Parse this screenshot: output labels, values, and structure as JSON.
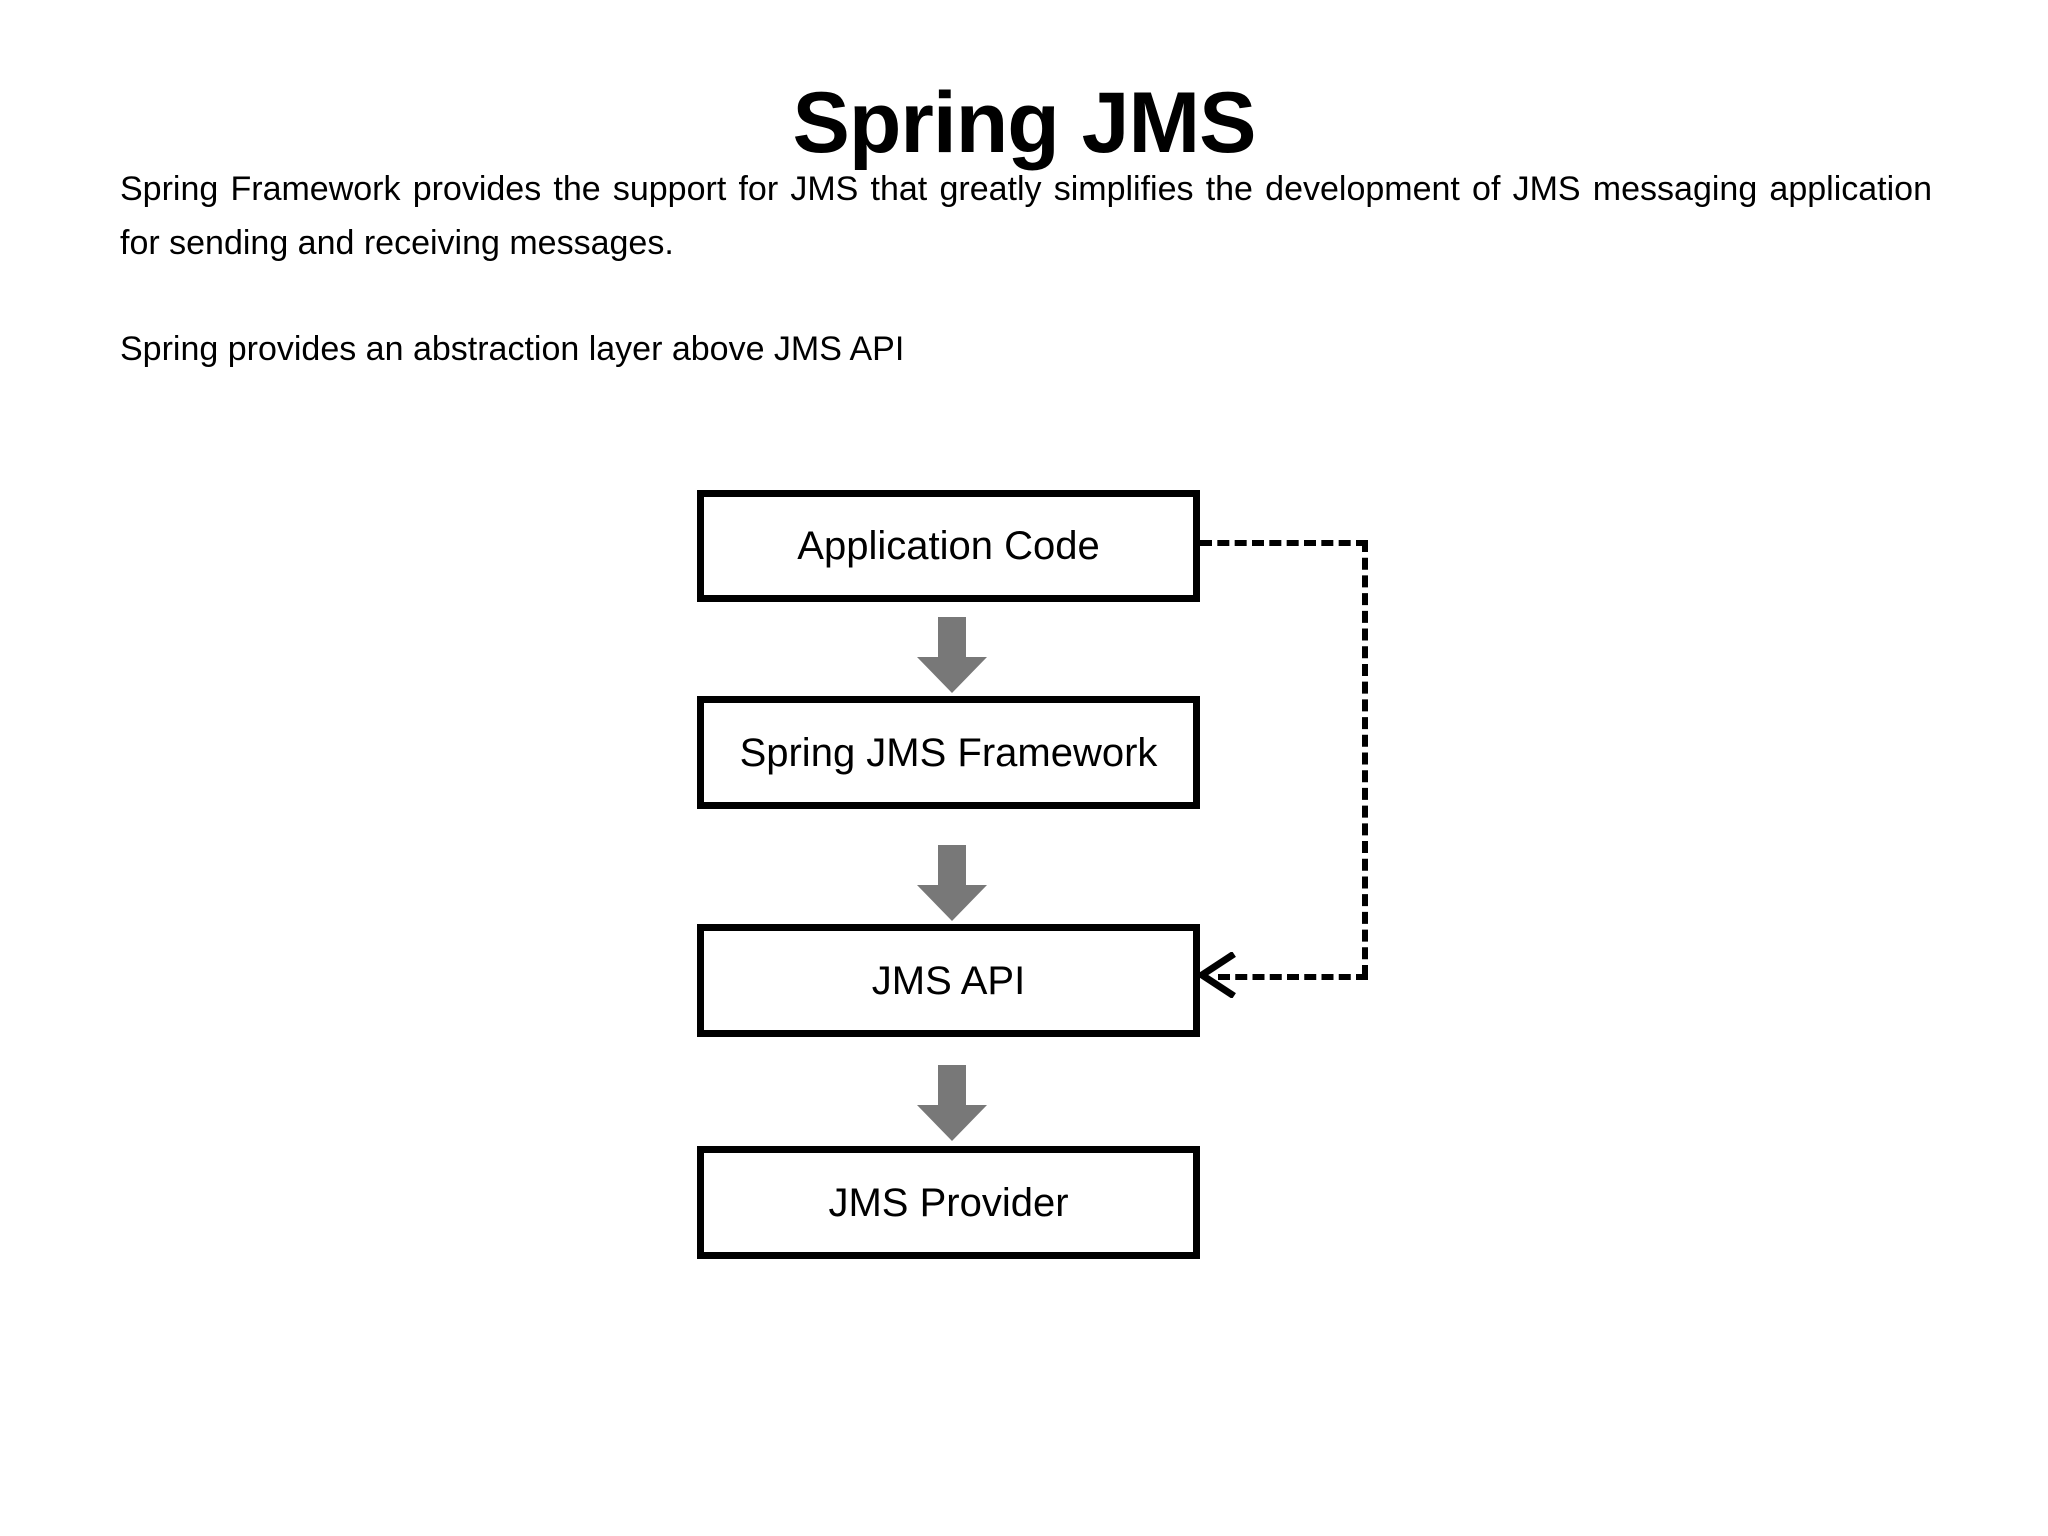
{
  "slide": {
    "title": "Spring JMS",
    "background_color": "#ffffff",
    "text_color": "#000000"
  },
  "body": {
    "paragraphs": [
      "Spring Framework provides the support for JMS that greatly simplifies the development of JMS messaging application for sending and receiving messages.",
      "Spring provides an abstraction layer above JMS API"
    ]
  },
  "diagram": {
    "type": "layered-stack-flow",
    "box_border_color": "#000000",
    "box_fill_color": "#ffffff",
    "arrow_color": "#787878",
    "connector_color": "#000000",
    "boxes": [
      {
        "id": "application-code",
        "label": "Application Code"
      },
      {
        "id": "spring-jms-framework",
        "label": "Spring JMS Framework"
      },
      {
        "id": "jms-api",
        "label": "JMS API"
      },
      {
        "id": "jms-provider",
        "label": "JMS Provider"
      }
    ],
    "connections": [
      {
        "from": "application-code",
        "to": "spring-jms-framework",
        "style": "solid-block-arrow",
        "direction": "down"
      },
      {
        "from": "spring-jms-framework",
        "to": "jms-api",
        "style": "solid-block-arrow",
        "direction": "down"
      },
      {
        "from": "jms-api",
        "to": "jms-provider",
        "style": "solid-block-arrow",
        "direction": "down"
      },
      {
        "from": "application-code",
        "to": "jms-api",
        "style": "dashed-arrow",
        "direction": "right-down-left"
      }
    ]
  }
}
